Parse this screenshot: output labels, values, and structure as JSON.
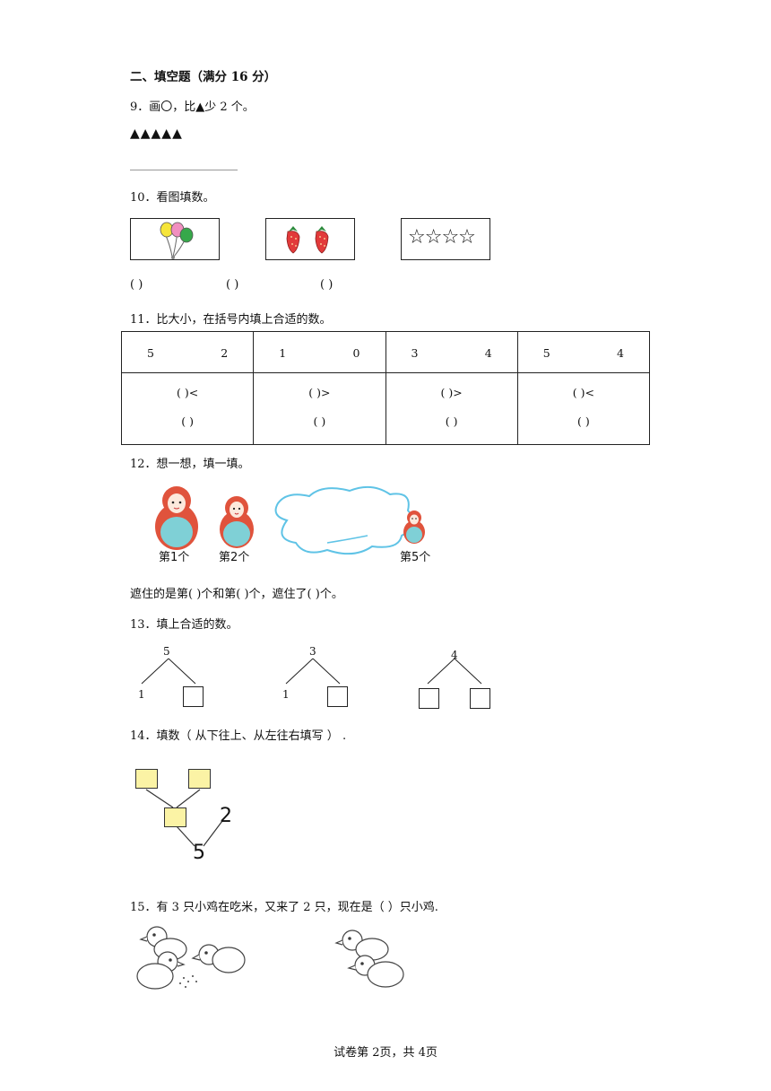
{
  "section": {
    "title": "二、填空题（满分 16 分）"
  },
  "q9": {
    "text": "9．画〇，比▲少 2 个。",
    "triangles": "▲▲▲▲▲"
  },
  "q10": {
    "text": "10．看图填数。",
    "pictures": [
      {
        "icon": "balloons-icon"
      },
      {
        "icon": "strawberry-icon",
        "count": 2
      },
      {
        "icon": "star-icon",
        "stars": "☆☆☆☆"
      }
    ],
    "blanks": [
      "(          )",
      "(          )",
      "(          )"
    ]
  },
  "q11": {
    "text": "11．比大小，在括号内填上合适的数。",
    "cells": [
      {
        "left": "5",
        "right": "2",
        "line1": "(          )<",
        "line2": "(          )"
      },
      {
        "left": "1",
        "right": "0",
        "line1": "(          )>",
        "line2": "(          )"
      },
      {
        "left": "3",
        "right": "4",
        "line1": "(          )>",
        "line2": "(          )"
      },
      {
        "left": "5",
        "right": "4",
        "line1": "(          )<",
        "line2": "(          )"
      }
    ]
  },
  "q12": {
    "text": "12．想一想，填一填。",
    "labels": [
      "第1个",
      "第2个",
      "第5个"
    ],
    "sentence": "遮住的是第(          )个和第(          )个，遮住了(          )个。"
  },
  "q13": {
    "text": "13．填上合适的数。",
    "trees": [
      {
        "top": "5",
        "left": "1"
      },
      {
        "top": "3",
        "left": "1"
      },
      {
        "top": "4"
      }
    ]
  },
  "q14": {
    "text": "14．填数（ 从下往上、从左往右填写 ）  .",
    "bottom": "5",
    "side": "2"
  },
  "q15": {
    "text": "15．有 3 只小鸡在吃米，又来了 2 只，现在是（        ）只小鸡."
  },
  "footer": {
    "page": "试卷第 2页，共 4页"
  },
  "colors": {
    "doll_red": "#e0533c",
    "doll_body": "#7fd0d6",
    "cloud_stroke": "#5fc3e6",
    "balloon_yellow": "#f6e53a",
    "balloon_pink": "#f18fbf",
    "balloon_green": "#36a84a",
    "strawberry": "#e23a3a",
    "answer_box": "#fbf3a5"
  }
}
